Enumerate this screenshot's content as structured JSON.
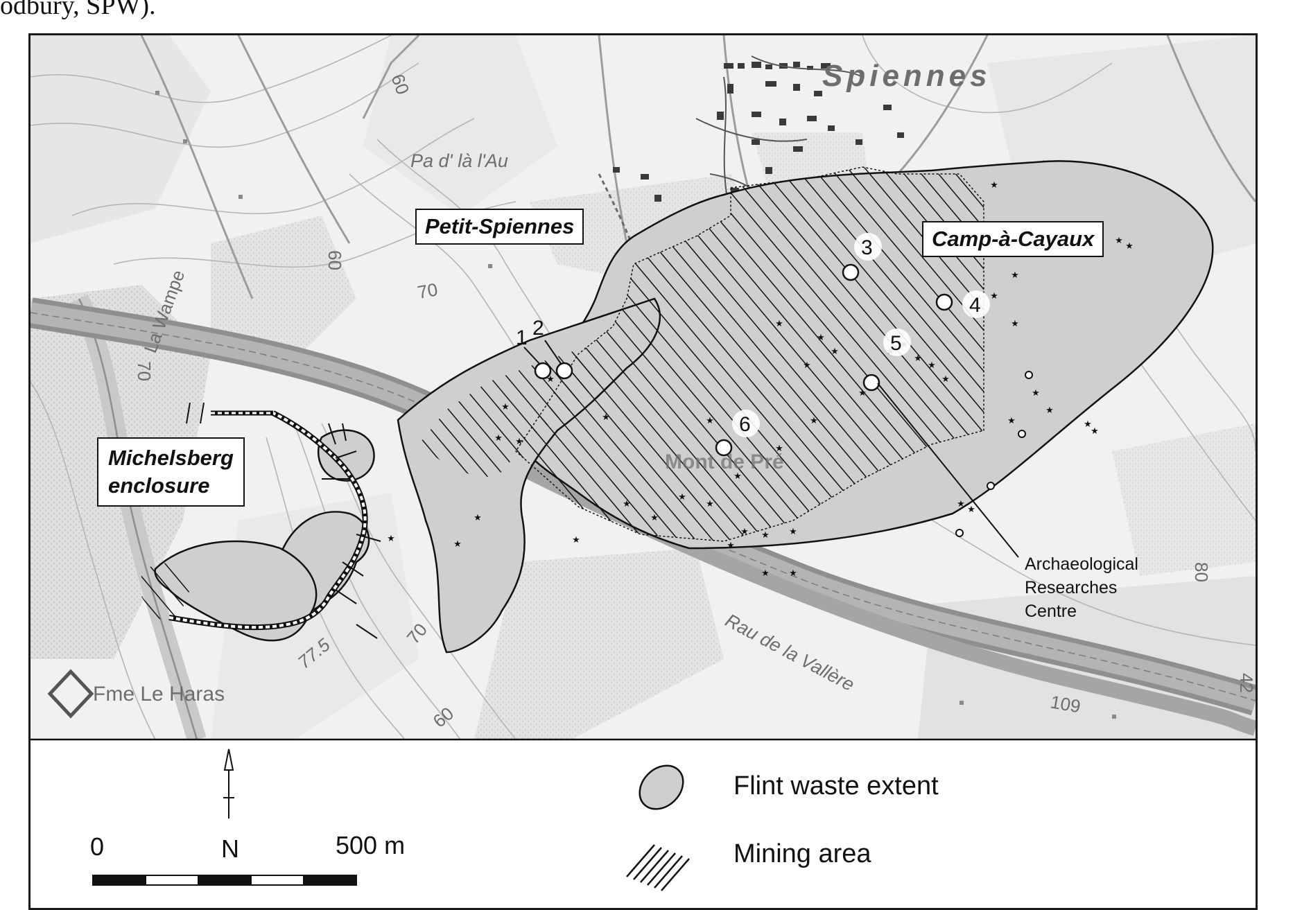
{
  "caption_fragment": "odbury, SPW).",
  "map": {
    "place_labels": {
      "spiennes": "Spiennes",
      "pa_d_la_lau": "Pa d' là l'Au",
      "la_wampe": "La Wampe",
      "fme_le_haras": "Fme Le Haras",
      "rau_de_la_vallee": "Rau de la Vallère",
      "mont_de_pre": "Mont de Pré"
    },
    "contour_labels": [
      "60",
      "60",
      "70",
      "70",
      "77.5",
      "60",
      "70",
      "80",
      "109",
      "42"
    ],
    "site_labels": {
      "petit_spiennes": "Petit-Spiennes",
      "camp_a_cayaux": "Camp-à-Cayaux",
      "michelsberg_line1": "Michelsberg",
      "michelsberg_line2": "enclosure"
    },
    "numbered_points": [
      "1",
      "2",
      "3",
      "4",
      "5",
      "6"
    ],
    "callout": {
      "line1": "Archaeological",
      "line2": "Researches",
      "line3": "Centre"
    }
  },
  "legend": {
    "flint_waste": "Flint waste extent",
    "mining_area": "Mining area"
  },
  "scale": {
    "start": "0",
    "end": "500 m",
    "north": "N"
  },
  "colors": {
    "flint_waste_fill": "#cfcfcf",
    "map_background": "#efefef",
    "hatch": "#111111"
  }
}
